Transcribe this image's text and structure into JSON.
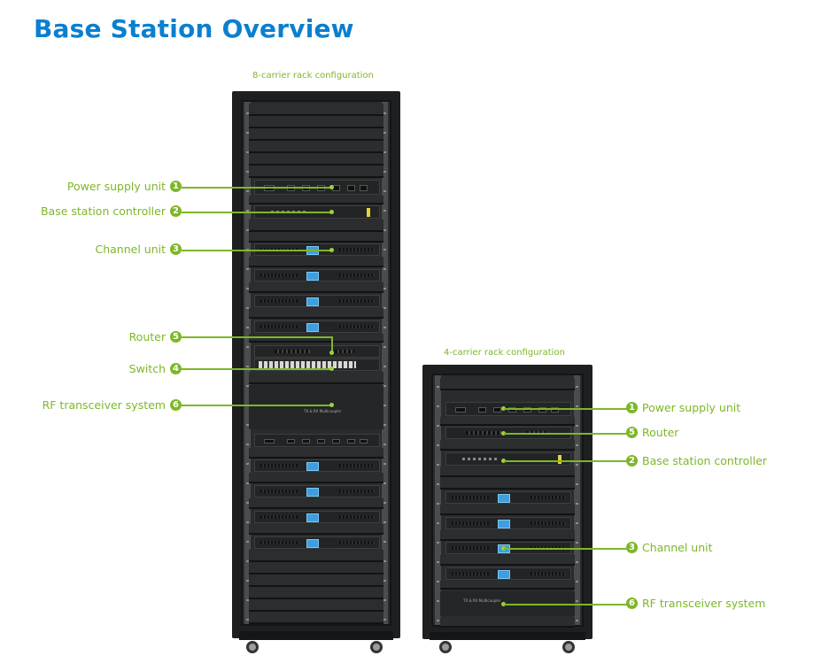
{
  "title": "Base Station Overview",
  "colors": {
    "title": "#0a7fd0",
    "accent": "#7db728",
    "rack": "#1e1f20",
    "lcd": "#3f9ee0"
  },
  "rack_8": {
    "caption": "8-carrier rack configuration",
    "rf_panel_text": "TX & RX Multicoupler",
    "callouts": [
      {
        "num": "1",
        "label": "Power supply unit"
      },
      {
        "num": "2",
        "label": "Base station controller"
      },
      {
        "num": "3",
        "label": "Channel unit"
      },
      {
        "num": "5",
        "label": "Router"
      },
      {
        "num": "4",
        "label": "Switch"
      },
      {
        "num": "6",
        "label": "RF transceiver system"
      }
    ]
  },
  "rack_4": {
    "caption": "4-carrier rack configuration",
    "rf_panel_text": "TX & RX Multicoupler",
    "callouts": [
      {
        "num": "1",
        "label": "Power supply unit"
      },
      {
        "num": "5",
        "label": "Router"
      },
      {
        "num": "2",
        "label": "Base station controller"
      },
      {
        "num": "3",
        "label": "Channel unit"
      },
      {
        "num": "6",
        "label": "RF transceiver system"
      }
    ]
  }
}
